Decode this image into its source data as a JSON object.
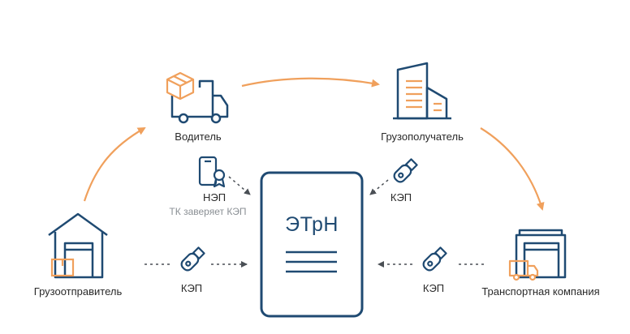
{
  "document": {
    "title": "ЭТрН"
  },
  "nodes": {
    "driver": {
      "label": "Водитель"
    },
    "consignee": {
      "label": "Грузополучатель"
    },
    "shipper": {
      "label": "Грузоотправитель"
    },
    "carrier": {
      "label": "Транспортная компания"
    }
  },
  "signatures": {
    "nep": {
      "label": "НЭП",
      "note": "ТК заверяет КЭП"
    },
    "kep_consignee": {
      "label": "КЭП"
    },
    "kep_shipper": {
      "label": "КЭП"
    },
    "kep_carrier": {
      "label": "КЭП"
    }
  },
  "colors": {
    "navy": "#1f4a72",
    "orange": "#f0a05c",
    "dots": "#4a4f55"
  }
}
